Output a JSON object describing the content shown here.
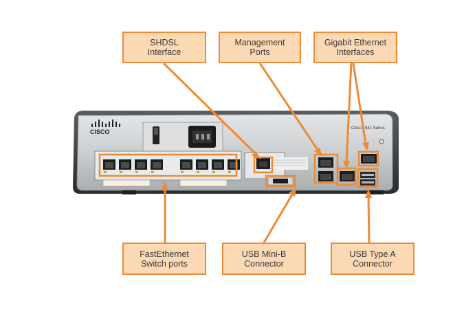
{
  "brand": {
    "logo_text": "CISCO",
    "series_label": "Cisco 1941 Series"
  },
  "callouts": {
    "shdsl": [
      "SHDSL",
      "Interface"
    ],
    "management": [
      "Management",
      "Ports"
    ],
    "gigabit": [
      "Gigabit Ethernet",
      "Interfaces"
    ],
    "fastethernet": [
      "FastEthernet",
      "Switch ports"
    ],
    "usb_mini": [
      "USB Mini-B",
      "Connector"
    ],
    "usb_a": [
      "USB Type A",
      "Connector"
    ]
  },
  "colors": {
    "callout_fill": "#fbd9b4",
    "callout_border": "#ed8a36",
    "highlight": "#ed8a36",
    "chassis": "#cfd2d4",
    "chassis_dark": "#3c3f42"
  }
}
